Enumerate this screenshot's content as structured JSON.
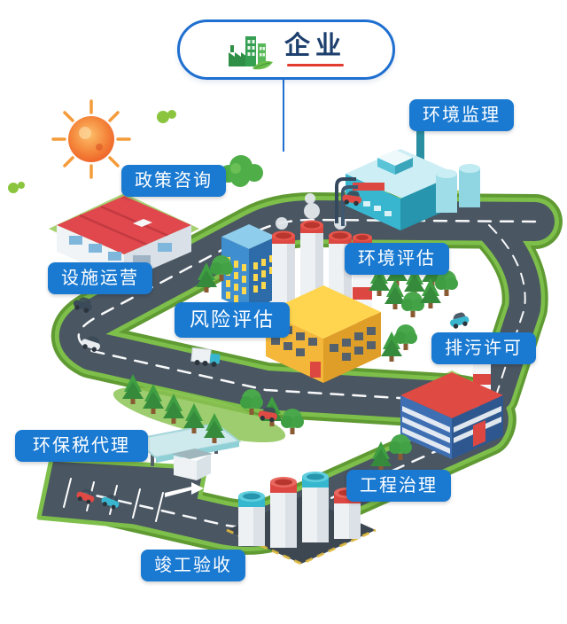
{
  "header": {
    "title": "企业"
  },
  "labels": [
    {
      "text": "环境监理"
    },
    {
      "text": "政策咨询"
    },
    {
      "text": "环境评估"
    },
    {
      "text": "设施运营"
    },
    {
      "text": "风险评估"
    },
    {
      "text": "排污许可"
    },
    {
      "text": "环保税代理"
    },
    {
      "text": "工程治理"
    },
    {
      "text": "竣工验收"
    }
  ],
  "colors": {
    "label_bg": "#1a7ad2",
    "label_text": "#ffffff",
    "pill_border": "#1e6fd0",
    "title_text": "#1c3f6e",
    "title_underline": "#e23b30",
    "connector": "#1e6fd0",
    "road": "#4a5662",
    "road_edge": "#7dbf4a",
    "grass": "#8cc455",
    "sun": "#ef7d2a"
  },
  "illustration": {
    "description": "Isometric eco-industrial park: winding roads connect factories, offices, storage tanks, a toll station, parking, trees, vehicles, sun and green clouds",
    "elements": [
      "sun",
      "green-clouds",
      "winding-road",
      "red-roof-warehouse",
      "blue-office-tower",
      "factory-with-cooling-towers",
      "striped-chimney",
      "teal-treatment-plant",
      "blue-red-plant",
      "storage-tanks",
      "toll-station",
      "parking-lot",
      "trees",
      "vehicles"
    ]
  }
}
